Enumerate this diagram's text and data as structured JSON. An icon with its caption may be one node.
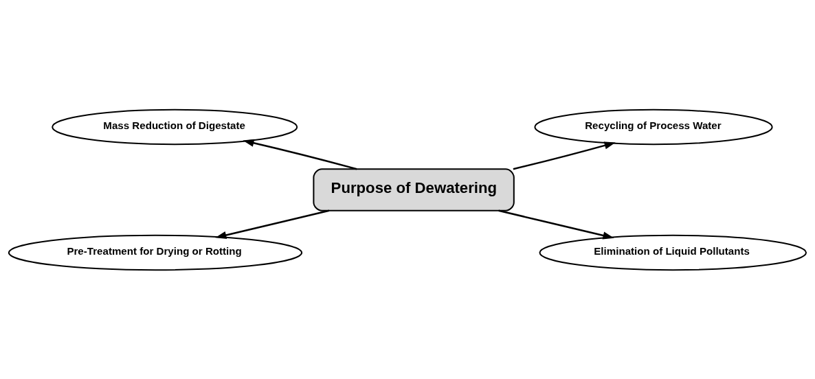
{
  "diagram": {
    "nodes": [
      {
        "text": [
          "Mass Reduction of Digestate"
        ]
      },
      {
        "text": [
          "Recycling of Process Water"
        ]
      },
      {
        "text": [
          "Purpose of Dewatering"
        ]
      },
      {
        "text": [
          "Pre-Treatment for Drying or Rotting"
        ]
      },
      {
        "text": [
          "Elimination of Liquid Pollutants"
        ]
      }
    ],
    "edges": [
      {
        "from": 2,
        "to": 0,
        "arrow": "to"
      },
      {
        "from": 2,
        "to": 1,
        "arrow": "to"
      },
      {
        "from": 2,
        "to": 3,
        "arrow": "to"
      },
      {
        "from": 2,
        "to": 4,
        "arrow": "to"
      }
    ]
  }
}
